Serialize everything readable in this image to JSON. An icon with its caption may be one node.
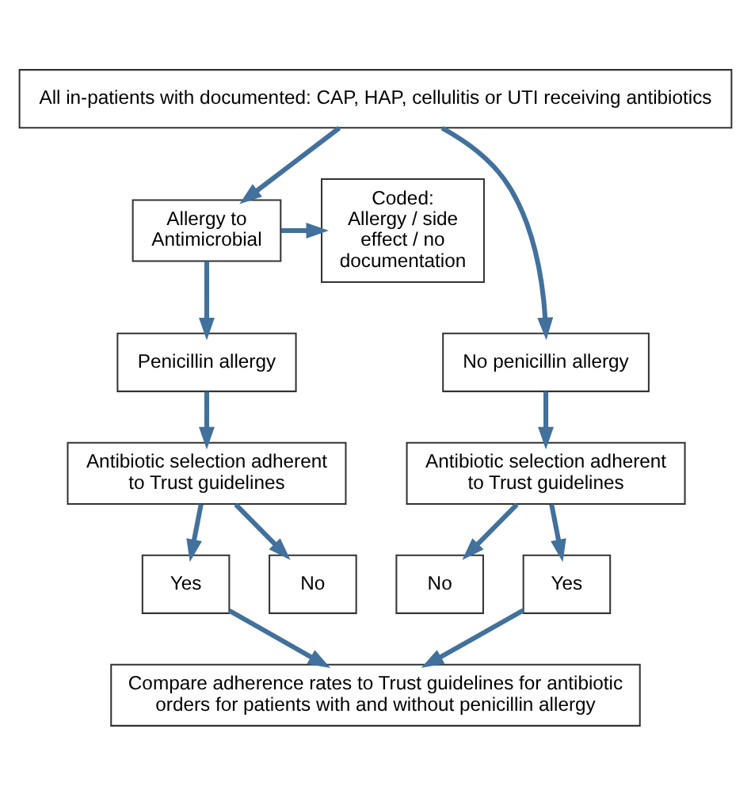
{
  "diagram": {
    "nodes": [
      {
        "text": [
          "All in-patients with documented: CAP, HAP, cellulitis or UTI receiving antibiotics"
        ]
      },
      {
        "text": [
          "Allergy to Antimicrobial"
        ]
      },
      {
        "text": [
          "Coded:",
          "Allergy / side effect / no documentation"
        ]
      },
      {
        "text": [
          "No penicillin allergy"
        ]
      },
      {
        "text": [
          "Penicillin allergy"
        ]
      },
      {
        "text": [
          "Antibiotic selection adherent to Trust guidelines"
        ]
      },
      {
        "text": [
          "Antibiotic selection adherent to Trust guidelines"
        ]
      },
      {
        "text": [
          "No"
        ]
      },
      {
        "text": [
          "Yes"
        ]
      },
      {
        "text": [
          "Yes"
        ]
      },
      {
        "text": [
          "No"
        ]
      },
      {
        "text": [
          "Compare adherence rates to Trust guidelines for antibiotic orders for patients with and without penicillin allergy"
        ]
      }
    ],
    "edges": [
      {
        "from": 0,
        "to": 3,
        "arrow": "to"
      },
      {
        "from": 0,
        "to": 1,
        "arrow": "to"
      },
      {
        "from": 1,
        "to": 2,
        "arrow": "to"
      },
      {
        "from": 1,
        "to": 4,
        "arrow": "to"
      },
      {
        "from": 3,
        "to": 5,
        "arrow": "to"
      },
      {
        "from": 4,
        "to": 6,
        "arrow": "to"
      },
      {
        "from": 5,
        "to": 7,
        "arrow": "to"
      },
      {
        "from": 5,
        "to": 8,
        "arrow": "to"
      },
      {
        "from": 6,
        "to": 9,
        "arrow": "to"
      },
      {
        "from": 6,
        "to": 10,
        "arrow": "to"
      },
      {
        "from": 8,
        "to": 11,
        "arrow": "to"
      },
      {
        "from": 9,
        "to": 11,
        "arrow": "to"
      }
    ]
  }
}
